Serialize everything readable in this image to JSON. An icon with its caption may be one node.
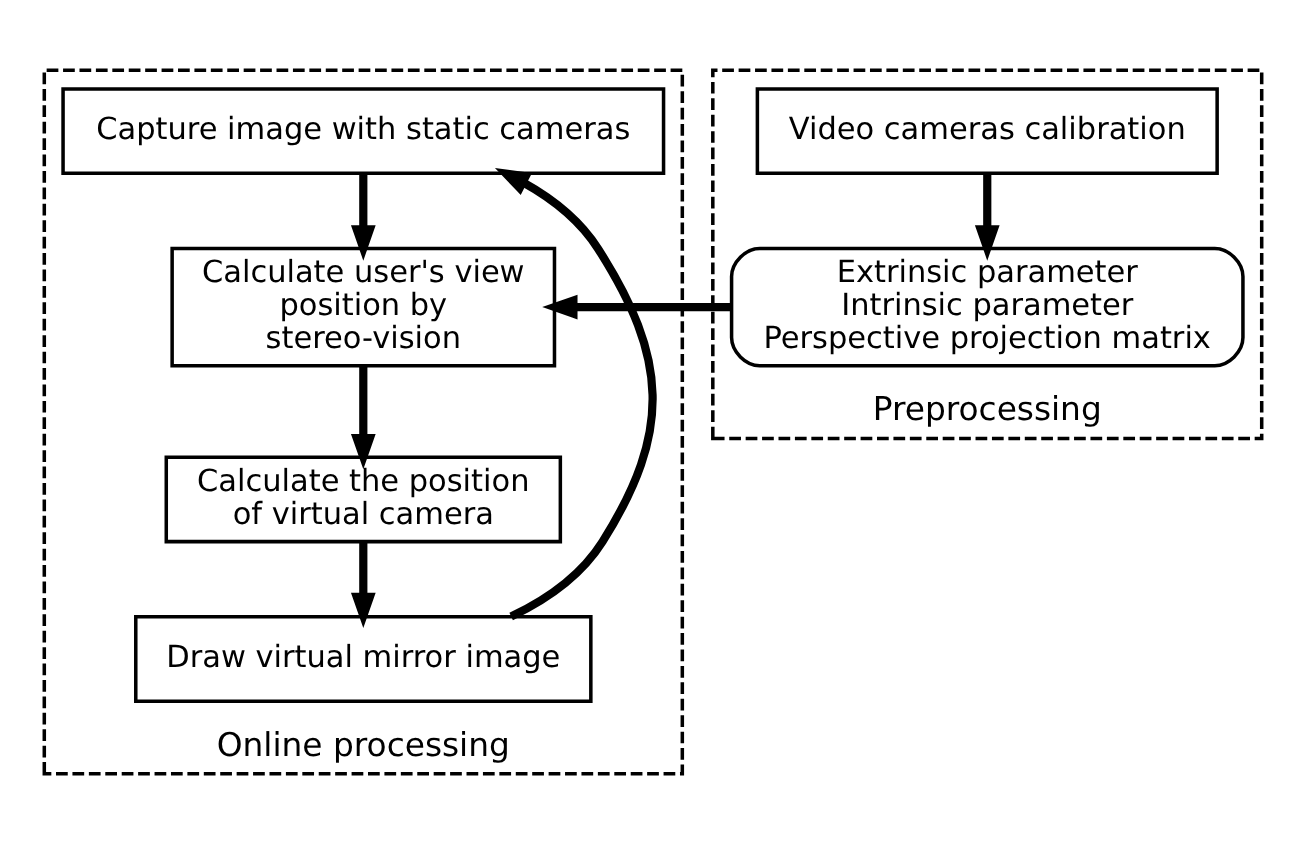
{
  "diagram": {
    "nodes": [
      {
        "text": [
          "Online processing"
        ]
      },
      {
        "text": [
          "Capture image with static cameras"
        ],
        "in": 0
      },
      {
        "text": [
          "Calculate user's view position by stereo-vision"
        ],
        "in": 0
      },
      {
        "text": [
          "Calculate the position of virtual camera"
        ],
        "in": 0
      },
      {
        "text": [
          "Draw virtual mirror image"
        ],
        "in": 0
      },
      {
        "text": [
          "Preprocessing"
        ]
      },
      {
        "text": [
          "Video cameras calibration"
        ],
        "in": 5
      },
      {
        "text": [
          "Extrinsic parameter",
          "Intrinsic parameter",
          "Perspective projection matrix"
        ],
        "in": 5
      }
    ],
    "edges": [
      {
        "from": 1,
        "to": 2,
        "arrow": "to"
      },
      {
        "from": 2,
        "to": 3,
        "arrow": "to"
      },
      {
        "from": 3,
        "to": 4,
        "arrow": "to"
      },
      {
        "from": 4,
        "to": 1,
        "arrow": "to"
      },
      {
        "from": 6,
        "to": 7,
        "arrow": "to"
      },
      {
        "from": 7,
        "to": 2,
        "arrow": "to"
      }
    ]
  }
}
